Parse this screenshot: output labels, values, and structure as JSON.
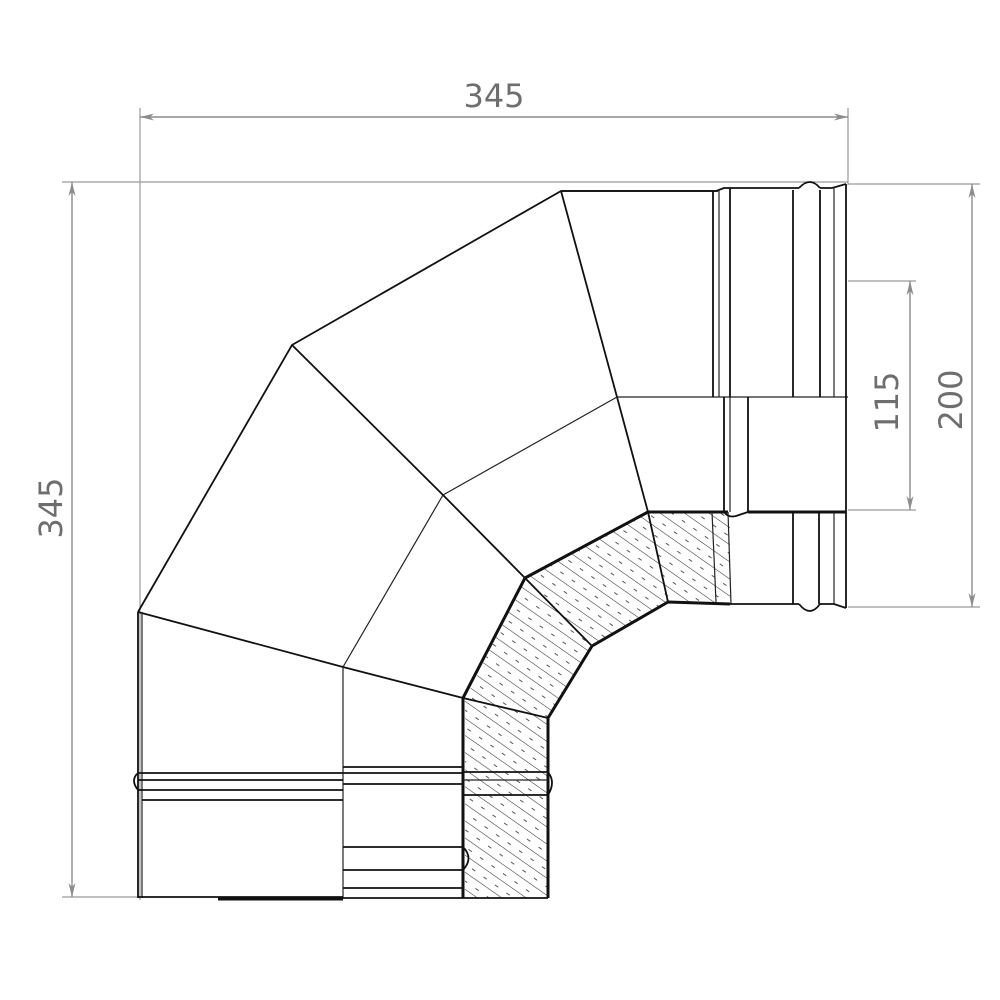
{
  "drawing": {
    "subject": "90-degree insulated chimney pipe elbow (sectioned)",
    "line_color": "#111111",
    "dimension_color": "#8c8c8c",
    "dimension_text_color": "#6e6e6e",
    "hatch_color": "#333333"
  },
  "dimensions": {
    "overall_width": {
      "label": "345",
      "orientation": "horizontal"
    },
    "overall_height": {
      "label": "345",
      "orientation": "vertical"
    },
    "inner_diameter": {
      "label": "115",
      "orientation": "vertical"
    },
    "outer_diameter": {
      "label": "200",
      "orientation": "vertical"
    }
  },
  "parts": [
    {
      "name": "outer-casing",
      "description": "segmented outer shell (4 segments)"
    },
    {
      "name": "inner-flue",
      "description": "inner pipe"
    },
    {
      "name": "insulation",
      "description": "hatched insulation layer shown in section"
    },
    {
      "name": "top-right-socket",
      "description": "socket end with bead, right side"
    },
    {
      "name": "bottom-spigot",
      "description": "spigot end with bead, bottom side"
    }
  ]
}
